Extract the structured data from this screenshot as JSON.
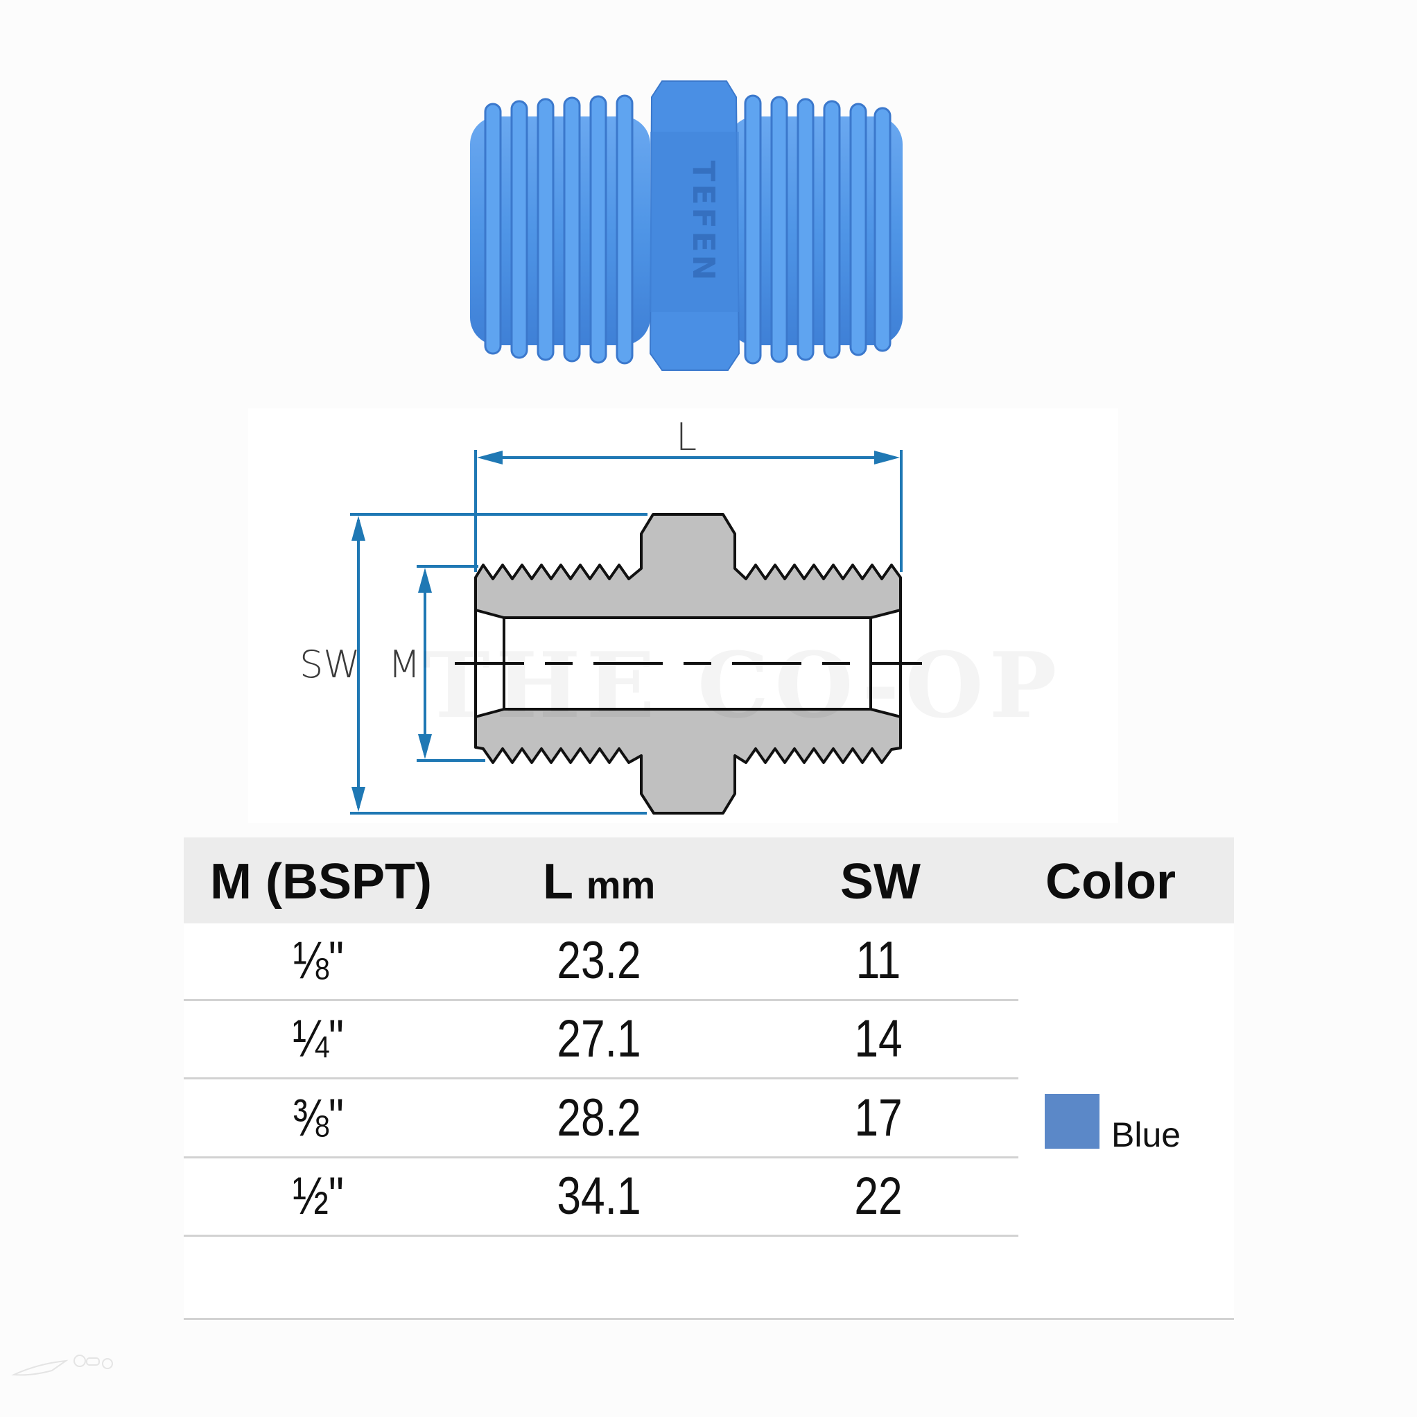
{
  "product_photo": {
    "alt": "Blue threaded hex nipple fitting",
    "brand_mark": "TEFEN",
    "color": "#4f95e6"
  },
  "diagram": {
    "labels": {
      "length": "L",
      "hex": "SW",
      "thread": "M"
    },
    "dimension_color": "#1f78b4",
    "body_fill": "#c0c0c0",
    "watermark": "THE CO-OP"
  },
  "table": {
    "headers": {
      "m": "M (BSPT)",
      "l_main": "L",
      "l_unit": "mm",
      "sw": "SW",
      "color": "Color"
    },
    "rows": [
      {
        "m": "⅛\"",
        "l": "23.2",
        "sw": "11"
      },
      {
        "m": "¼\"",
        "l": "27.1",
        "sw": "14"
      },
      {
        "m": "⅜\"",
        "l": "28.2",
        "sw": "17"
      },
      {
        "m": "½\"",
        "l": "34.1",
        "sw": "22"
      }
    ],
    "color_option": {
      "label": "Blue",
      "swatch": "#5b88c8"
    }
  }
}
